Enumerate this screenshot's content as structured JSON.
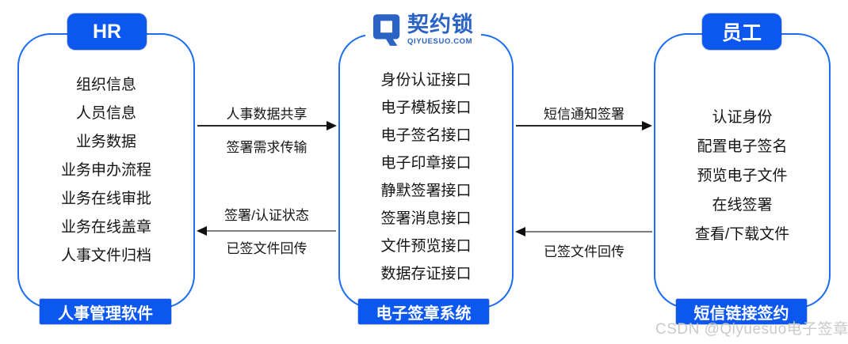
{
  "colors": {
    "badge_blue": "#0b57f0",
    "panel_border_blue": "#1a6df4",
    "logo_blue": "#2a63c4",
    "arrow_dark": "#262626",
    "arrow_gray": "#7d7d7d",
    "text_black": "#141414",
    "watermark_gray": "#c9c9c9"
  },
  "left_panel": {
    "header": "HR",
    "items": [
      "组织信息",
      "人员信息",
      "业务数据",
      "业务申办流程",
      "业务在线审批",
      "业务在线盖章",
      "人事文件归档"
    ],
    "footer": "人事管理软件"
  },
  "center_panel": {
    "logo": {
      "icon": "qiyuesuo-q-logo",
      "name": "契约锁",
      "domain": "QIYUESUO.COM"
    },
    "items": [
      "身份认证接口",
      "电子模板接口",
      "电子签名接口",
      "电子印章接口",
      "静默签署接口",
      "签署消息接口",
      "文件预览接口",
      "数据存证接口"
    ],
    "footer": "电子签章系统"
  },
  "right_panel": {
    "header": "员工",
    "items": [
      "认证身份",
      "配置电子签名",
      "预览电子文件",
      "在线签署",
      "查看/下载文件"
    ],
    "footer": "短信链接签约"
  },
  "arrows": {
    "left_to_center": {
      "direction": "right",
      "label_above": "人事数据共享",
      "label_below": "签署需求传输"
    },
    "center_to_left": {
      "direction": "left",
      "label_above": "签署/认证状态",
      "label_below": "已签文件回传"
    },
    "center_to_right": {
      "direction": "right",
      "label_above": "短信通知签署"
    },
    "right_to_center": {
      "direction": "left",
      "label_below": "已签文件回传"
    }
  },
  "watermark": "CSDN @Qiyuesuo电子签章"
}
